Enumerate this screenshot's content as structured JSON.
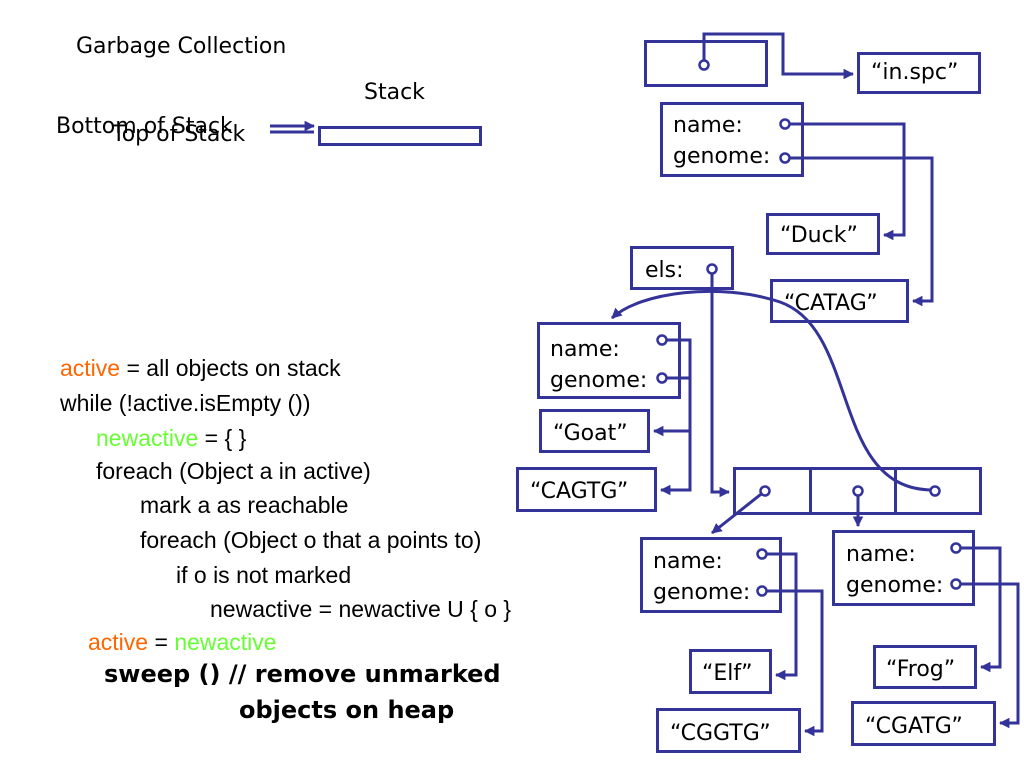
{
  "title": "Garbage Collection",
  "stack": {
    "label": "Stack",
    "bottom_label": "Bottom of Stack",
    "top_label": "Top of Stack"
  },
  "algorithm": {
    "line1_kw": "active",
    "line1_rest": " = all objects on stack",
    "line2": "while (!active.isEmpty ())",
    "line3_kw": "newactive",
    "line3_rest": " = { }",
    "line4": "foreach (Object a in active)",
    "line5": "mark a as reachable",
    "line6": "foreach (Object o that a points to)",
    "line7": "if o is not marked",
    "line8": "newactive = newactive U { o }",
    "line9_kw1": "active",
    "line9_eq": " = ",
    "line9_kw2": "newactive",
    "sweep1": "sweep () // remove unmarked",
    "sweep2": "objects on heap"
  },
  "heap": {
    "in_spc": "“in.spc”",
    "obj_label_name": "name:",
    "obj_label_genome": "genome:",
    "els_label": "els:",
    "duck": "“Duck”",
    "catag": "“CATAG”",
    "goat": "“Goat”",
    "cagtg": "“CAGTG”",
    "elf": "“Elf”",
    "cggtg": "“CGGTG”",
    "frog": "“Frog”",
    "cgatg": "“CGATG”"
  },
  "colors": {
    "box_border": "#333399",
    "active_keyword": "#ff6600",
    "newactive_keyword": "#66ff33"
  }
}
